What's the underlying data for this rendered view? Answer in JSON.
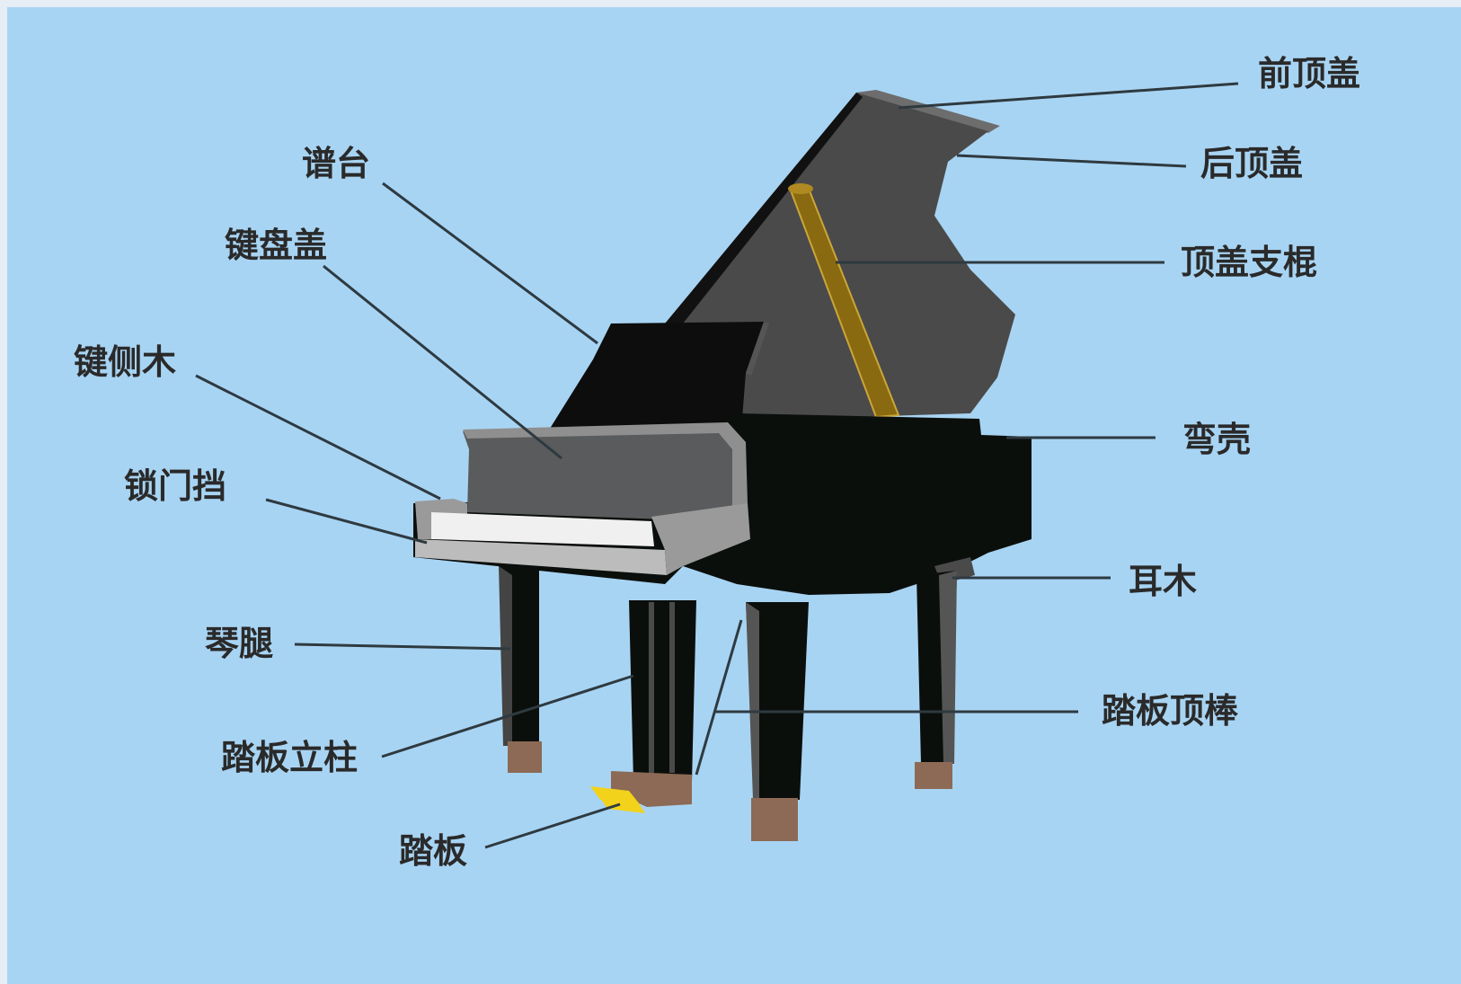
{
  "labels": {
    "front_lid": "前顶盖",
    "back_lid": "后顶盖",
    "lid_prop": "顶盖支棍",
    "music_desk": "谱台",
    "fallboard": "键盘盖",
    "key_cheek": "键侧木",
    "key_slip": "锁门挡",
    "rim": "弯壳",
    "leg_ear": "耳木",
    "leg": "琴腿",
    "pedal_rod": "踏板顶棒",
    "pedal_lyre": "踏板立柱",
    "pedal": "踏板"
  },
  "colors": {
    "background": "#a8d4f3",
    "piano_body": "#0b0f0c",
    "lid_inner": "#4a4a4a",
    "keybed_gray": "#5a5b5c",
    "prop": "#8a6a10",
    "foot": "#8c6a55",
    "pedal": "#f2d21a"
  }
}
